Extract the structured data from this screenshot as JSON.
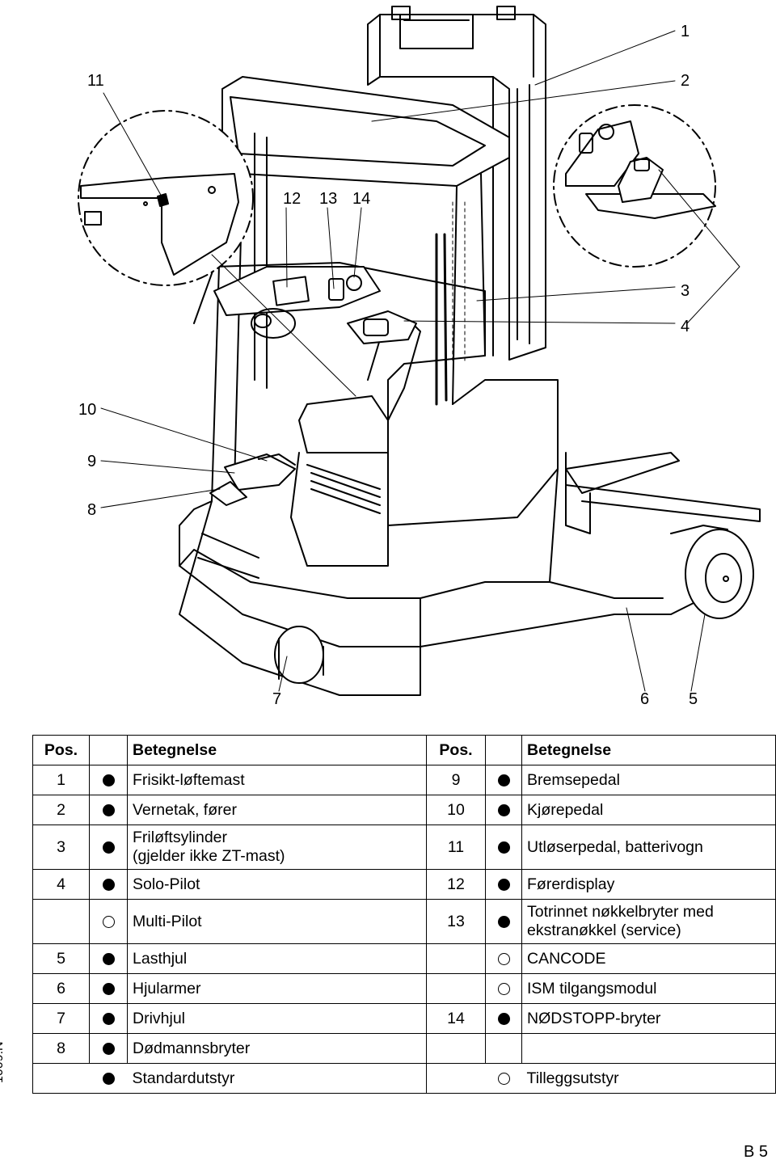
{
  "figure": {
    "callouts": [
      "1",
      "2",
      "3",
      "4",
      "5",
      "6",
      "7",
      "8",
      "9",
      "10",
      "11",
      "12",
      "13",
      "14"
    ]
  },
  "table": {
    "headers": {
      "pos_left": "Pos.",
      "name_left": "Betegnelse",
      "pos_right": "Pos.",
      "name_right": "Betegnelse"
    },
    "rows": [
      {
        "pos_l": "1",
        "mark_l": "standard",
        "name_l": "Frisikt-løftemast",
        "pos_r": "9",
        "mark_r": "standard",
        "name_r": "Bremsepedal"
      },
      {
        "pos_l": "2",
        "mark_l": "standard",
        "name_l": "Vernetak, fører",
        "pos_r": "10",
        "mark_r": "standard",
        "name_r": "Kjørepedal"
      },
      {
        "pos_l": "3",
        "mark_l": "standard",
        "name_l": "Friløftsylinder",
        "name_l2": "(gjelder ikke ZT-mast)",
        "pos_r": "11",
        "mark_r": "standard",
        "name_r": "Utløserpedal, batterivogn"
      },
      {
        "pos_l": "4",
        "mark_l": "standard",
        "name_l": "Solo-Pilot",
        "pos_r": "12",
        "mark_r": "standard",
        "name_r": "Førerdisplay"
      },
      {
        "pos_l": "",
        "mark_l": "optional",
        "name_l": "Multi-Pilot",
        "pos_r": "13",
        "mark_r": "standard",
        "name_r": "Totrinnet nøkkelbryter med",
        "name_r2": "ekstranøkkel (service)"
      },
      {
        "pos_l": "5",
        "mark_l": "standard",
        "name_l": "Lasthjul",
        "pos_r": "",
        "mark_r": "optional",
        "name_r": "CANCODE"
      },
      {
        "pos_l": "6",
        "mark_l": "standard",
        "name_l": "Hjularmer",
        "pos_r": "",
        "mark_r": "optional",
        "name_r": "ISM tilgangsmodul"
      },
      {
        "pos_l": "7",
        "mark_l": "standard",
        "name_l": "Drivhjul",
        "pos_r": "14",
        "mark_r": "standard",
        "name_r": "NØDSTOPP-bryter"
      },
      {
        "pos_l": "8",
        "mark_l": "standard",
        "name_l": "Dødmannsbryter",
        "pos_r": "",
        "mark_r": "",
        "name_r": ""
      }
    ],
    "legend": {
      "standard": "Standardutstyr",
      "optional": "Tilleggsutstyr"
    }
  },
  "doc_id": "1009.N",
  "page_number": "B 5"
}
